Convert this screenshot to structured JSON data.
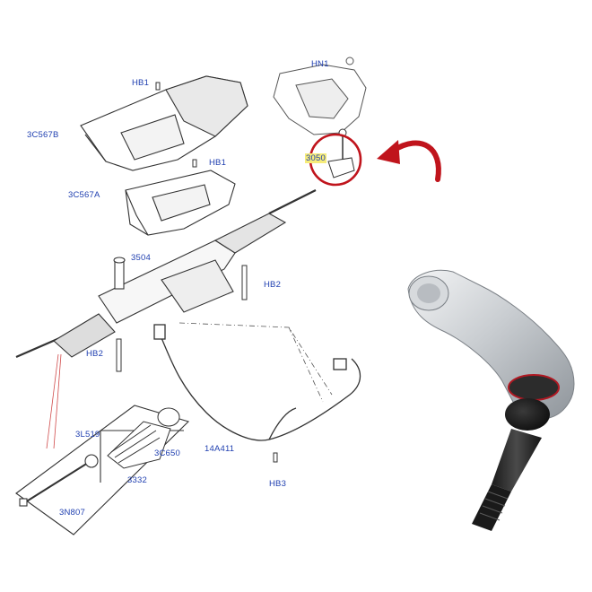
{
  "labels": {
    "hn1": "HN1",
    "hb1_top": "HB1",
    "c3c567b": "3C567B",
    "hb1_mid": "HB1",
    "c3c567a": "3C567A",
    "p3504": "3504",
    "hb2_right": "HB2",
    "hb2_left": "HB2",
    "p3050": "3050",
    "p3l519": "3L519",
    "p3c650": "3C650",
    "p3332": "3332",
    "p3n807": "3N807",
    "p14a411": "14A411",
    "hb3": "HB3"
  },
  "colors": {
    "label_blue": "#1f3fb0",
    "highlight_yellow": "#f6ec7a",
    "callout_red": "#c0141c",
    "line_gray": "#444444"
  },
  "icons": {
    "callout_arrow": "curved-arrow-icon",
    "callout_circle": "circle-highlight-icon"
  }
}
